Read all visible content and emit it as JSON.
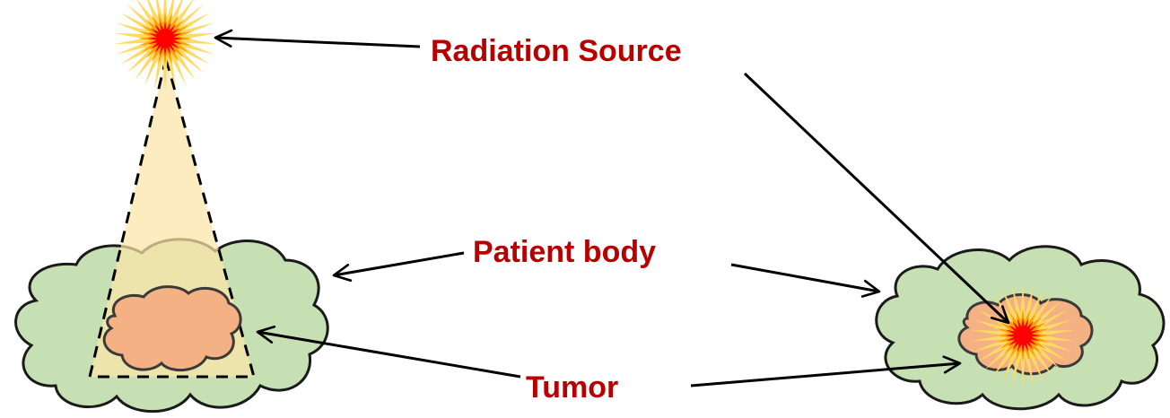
{
  "labels": {
    "radiation_source": "Radiation Source",
    "patient_body": "Patient body",
    "tumor": "Tumor"
  },
  "colors": {
    "label_text": "#b80000",
    "body_fill": "#c6e0b4",
    "body_stroke": "#1a1a1a",
    "tumor_fill": "#f4b183",
    "tumor_stroke": "#3a3a3a",
    "beam_fill": "#fbe5a6",
    "burst_outer": "#ffd966",
    "burst_core": "#ff0000",
    "arrow": "#000000"
  },
  "icons": {
    "source_left": "radiation-burst-icon",
    "source_right": "radiation-burst-icon"
  }
}
